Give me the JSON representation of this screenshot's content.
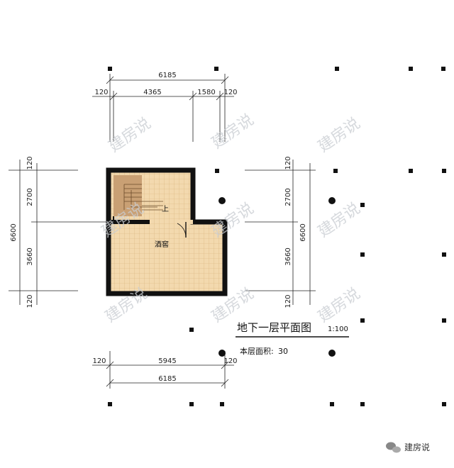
{
  "title": {
    "text": "地下一层平面图",
    "scale": "1:100",
    "area_label": "本层面积:",
    "area_value": "30"
  },
  "rooms": {
    "wine_cellar": "酒窖",
    "stair_up": "上"
  },
  "dimensions": {
    "top_total": "6185",
    "top_left_margin": "120",
    "top_seg_a": "4365",
    "top_seg_b": "1580",
    "top_right_margin": "120",
    "bottom_left_margin": "120",
    "bottom_inner": "5945",
    "bottom_right_margin": "120",
    "bottom_total": "6185",
    "left_top_margin": "120",
    "left_seg_a": "2700",
    "left_total": "6600",
    "left_seg_b": "3660",
    "left_bottom_margin": "120",
    "right_top_margin": "120",
    "right_seg_a": "2700",
    "right_total": "6600",
    "right_seg_b": "3660",
    "right_bottom_margin": "120"
  },
  "watermark": "建房说",
  "brand": {
    "icon": "wechat-icon",
    "text": "建房说"
  },
  "colors": {
    "wall": "#111111",
    "floor_tile": "#f3d9ae",
    "tile_line": "#d8b27a",
    "stair": "#c9a074",
    "watermark": "#c9cdd2"
  }
}
